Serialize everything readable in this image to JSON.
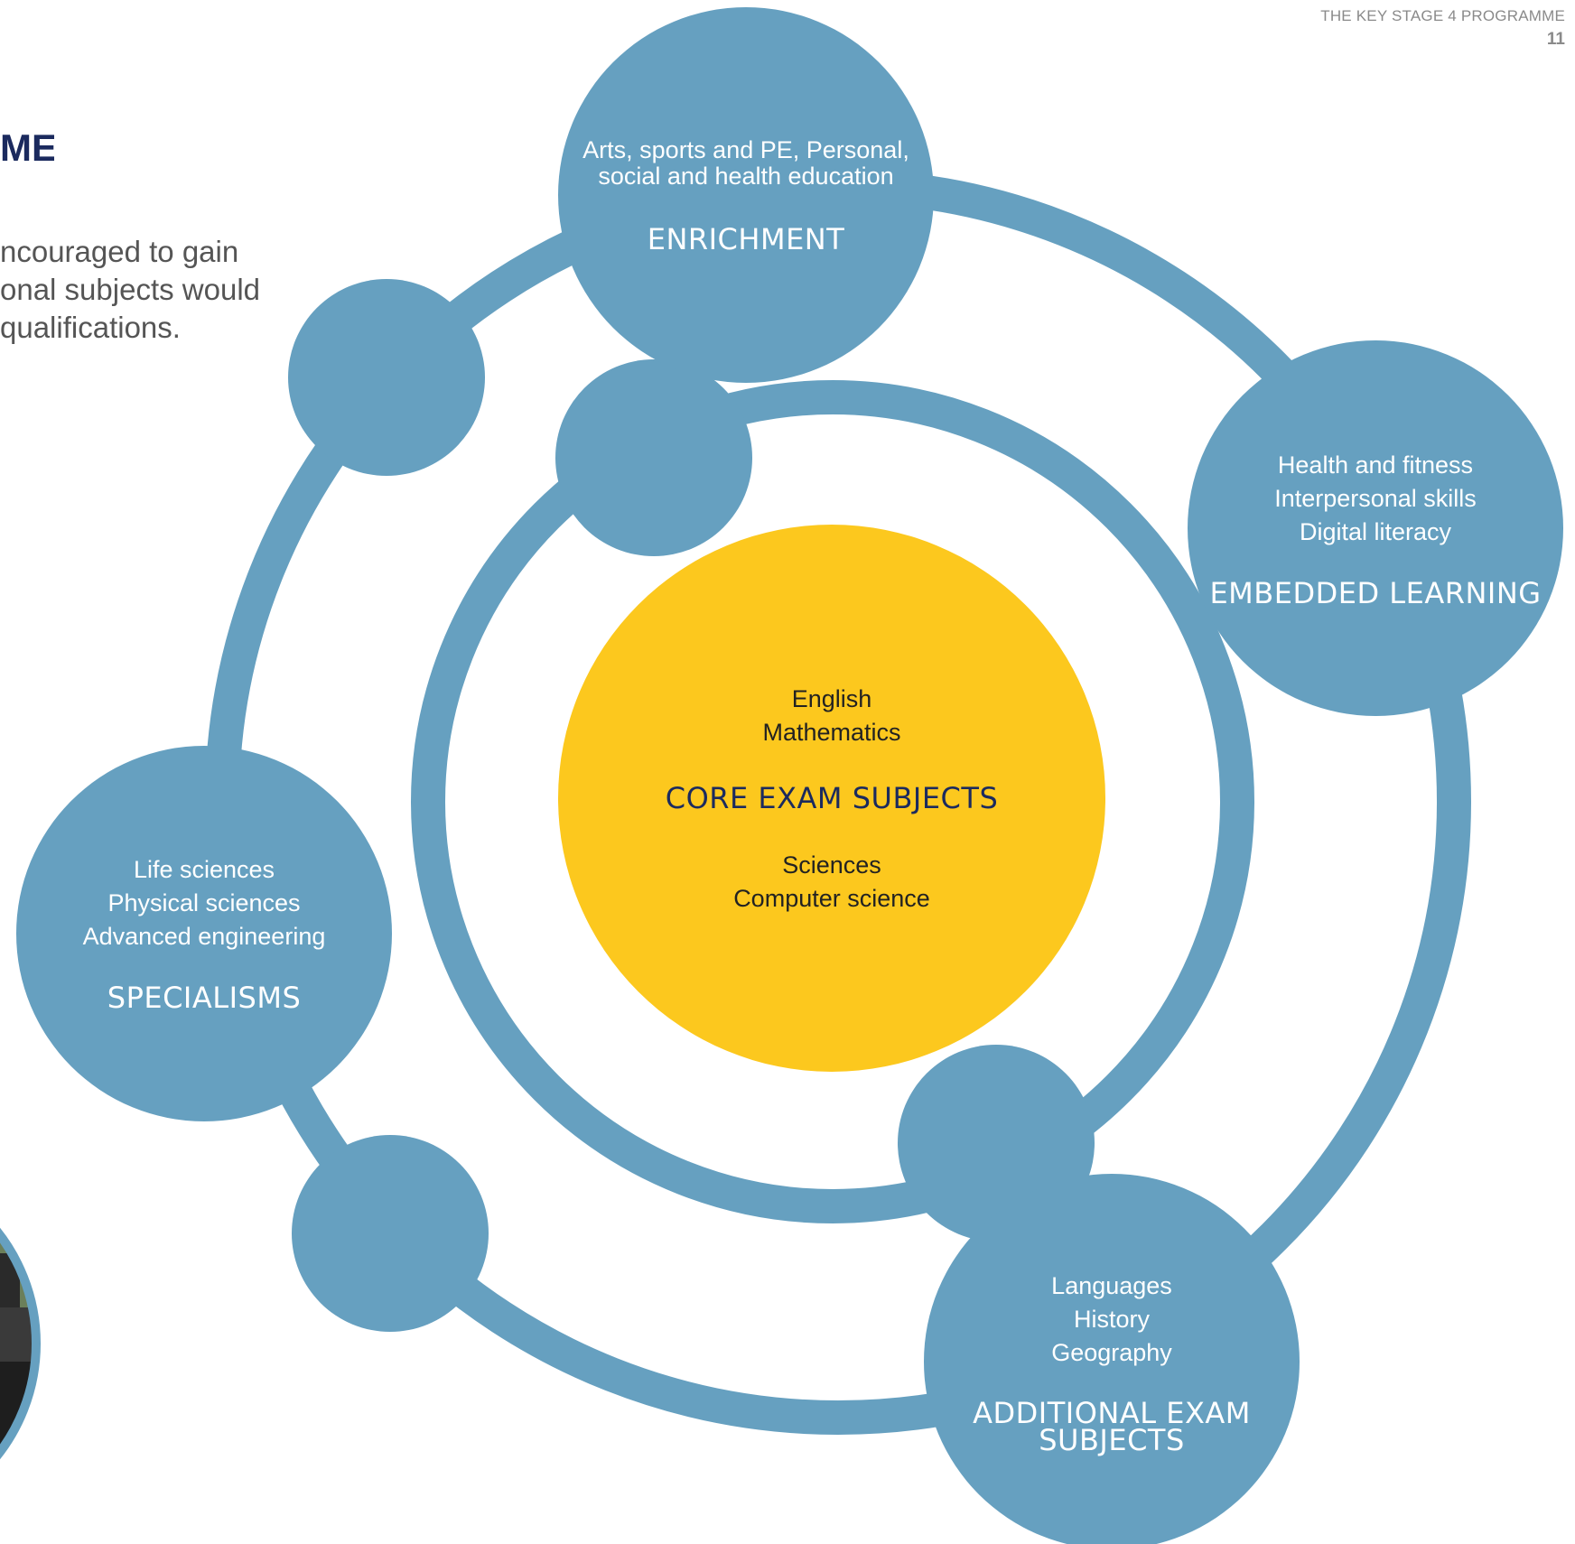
{
  "header": {
    "section_title": "THE KEY STAGE 4 PROGRAMME",
    "page_number": "11"
  },
  "page_heading_fragment": "ME",
  "intro_lines": [
    "ncouraged to gain",
    "onal subjects would",
    "qualifications."
  ],
  "colors": {
    "ring": "#66a0c0",
    "core": "#fcc81e",
    "heading": "#1b2a5e",
    "label": "#ffffff"
  },
  "diagram": {
    "core": {
      "heading": "CORE EXAM SUBJECTS",
      "items_top": [
        "English",
        "Mathematics"
      ],
      "items_bottom": [
        "Sciences",
        "Computer science"
      ]
    },
    "enrichment": {
      "heading": "ENRICHMENT",
      "items": [
        "Arts, sports and PE, Personal,",
        "social and health education"
      ]
    },
    "embedded_learning": {
      "heading": "EMBEDDED LEARNING",
      "items": [
        "Health and fitness",
        "Interpersonal skills",
        "Digital literacy"
      ]
    },
    "specialisms": {
      "heading": "SPECIALISMS",
      "items": [
        "Life sciences",
        "Physical sciences",
        "Advanced engineering"
      ]
    },
    "additional_exam_subjects": {
      "heading_lines": [
        "ADDITIONAL EXAM",
        "SUBJECTS"
      ],
      "items": [
        "Languages",
        "History",
        "Geography"
      ]
    }
  }
}
